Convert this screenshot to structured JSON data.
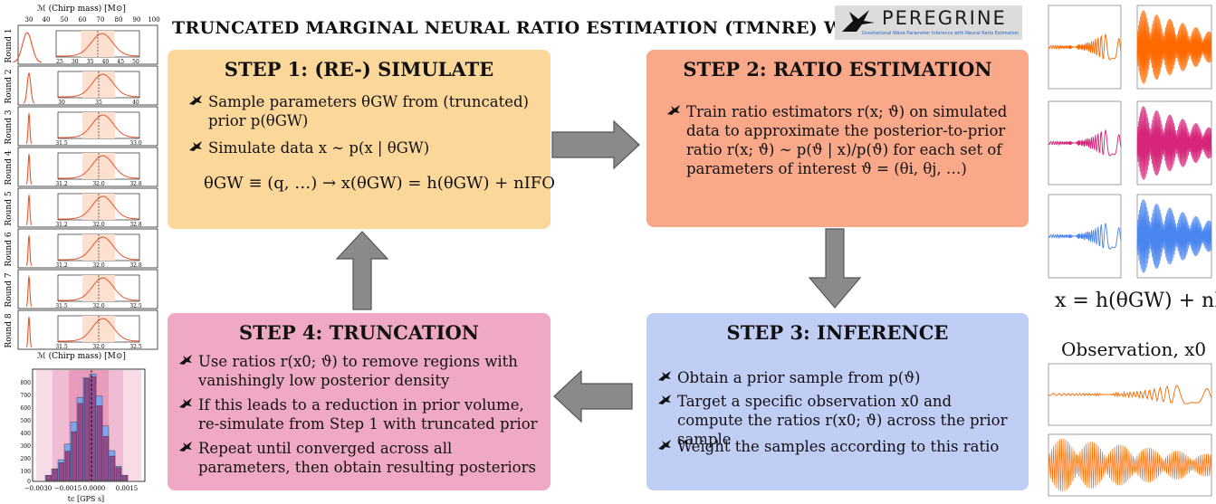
{
  "title": "TRUNCATED MARGINAL NEURAL RATIO ESTIMATION (TMNRE) WITH",
  "logo": {
    "word": "PEREGRINE",
    "tagline": "Gravitational Wave Parameter Inference with Neural Ratio Estimation",
    "icon": "bird-icon"
  },
  "step1": {
    "heading": "STEP 1: (RE-) SIMULATE",
    "bullets": [
      "Sample parameters θGW from (truncated) prior p(θGW)",
      "Simulate data x ∼ p(x | θGW)"
    ],
    "formula": "θGW ≡ (q, …) → x(θGW) = h(θGW) + nIFO"
  },
  "step2": {
    "heading": "STEP 2: RATIO ESTIMATION",
    "bullets": [
      "Train ratio estimators r(x; ϑ) on simulated data to approximate the posterior-to-prior ratio r(x; ϑ) ∼ p(ϑ | x)/p(ϑ) for each set of parameters of interest ϑ = (θi, θj, …)"
    ]
  },
  "step3": {
    "heading": "STEP 3: INFERENCE",
    "bullets": [
      "Obtain a prior sample from p(ϑ)",
      "Target a specific observation x0 and compute the ratios r(x0; ϑ) across the prior sample",
      "Weight the samples according to this ratio"
    ]
  },
  "step4": {
    "heading": "STEP 4: TRUNCATION",
    "bullets": [
      "Use ratios r(x0; ϑ) to remove regions with vanishingly low posterior density",
      "If this leads to a reduction in prior volume, re-simulate from Step 1 with truncated prior",
      "Repeat until converged across all parameters, then obtain resulting posteriors"
    ]
  },
  "right": {
    "simulation_label": "x = h(θGW) + nIFO",
    "observation_label": "Observation, x0",
    "sim_colors": [
      "#ff6a00",
      "#d6257a",
      "#4a86f0"
    ],
    "obs_color": "#ff6a00"
  },
  "rounds": {
    "top_axis_label": "ℳ (Chirp mass) [M⊙]",
    "bottom_axis_label": "ℳ (Chirp mass) [M⊙]",
    "outer_ticks": [
      "30",
      "40",
      "50",
      "60",
      "70",
      "80",
      "90",
      "100"
    ],
    "labels": [
      "Round 1",
      "Round 2",
      "Round 3",
      "Round 4",
      "Round 5",
      "Round 6",
      "Round 7",
      "Round 8"
    ],
    "inset_ticks": [
      [
        "25",
        "30",
        "35",
        "40",
        "45",
        "50"
      ],
      [
        "30",
        "35",
        "40"
      ],
      [
        "31.5",
        "33.0"
      ],
      [
        "31.2",
        "32.0",
        "32.8"
      ],
      [
        "31.2",
        "32.0",
        "32.8"
      ],
      [
        "31.2",
        "32.0",
        "32.8"
      ],
      [
        "31.5",
        "32.0",
        "32.5"
      ],
      [
        "31.5",
        "32.0",
        "32.5"
      ]
    ],
    "line_color": "#e8552a"
  },
  "histogram": {
    "y_ticks": [
      "800",
      "700",
      "600",
      "500",
      "400",
      "300",
      "200",
      "100",
      "0"
    ],
    "x_ticks": [
      "−0.0030",
      "−0.0015",
      "0.0000",
      "0.0015"
    ],
    "xlabel": "tc [GPS s]"
  }
}
